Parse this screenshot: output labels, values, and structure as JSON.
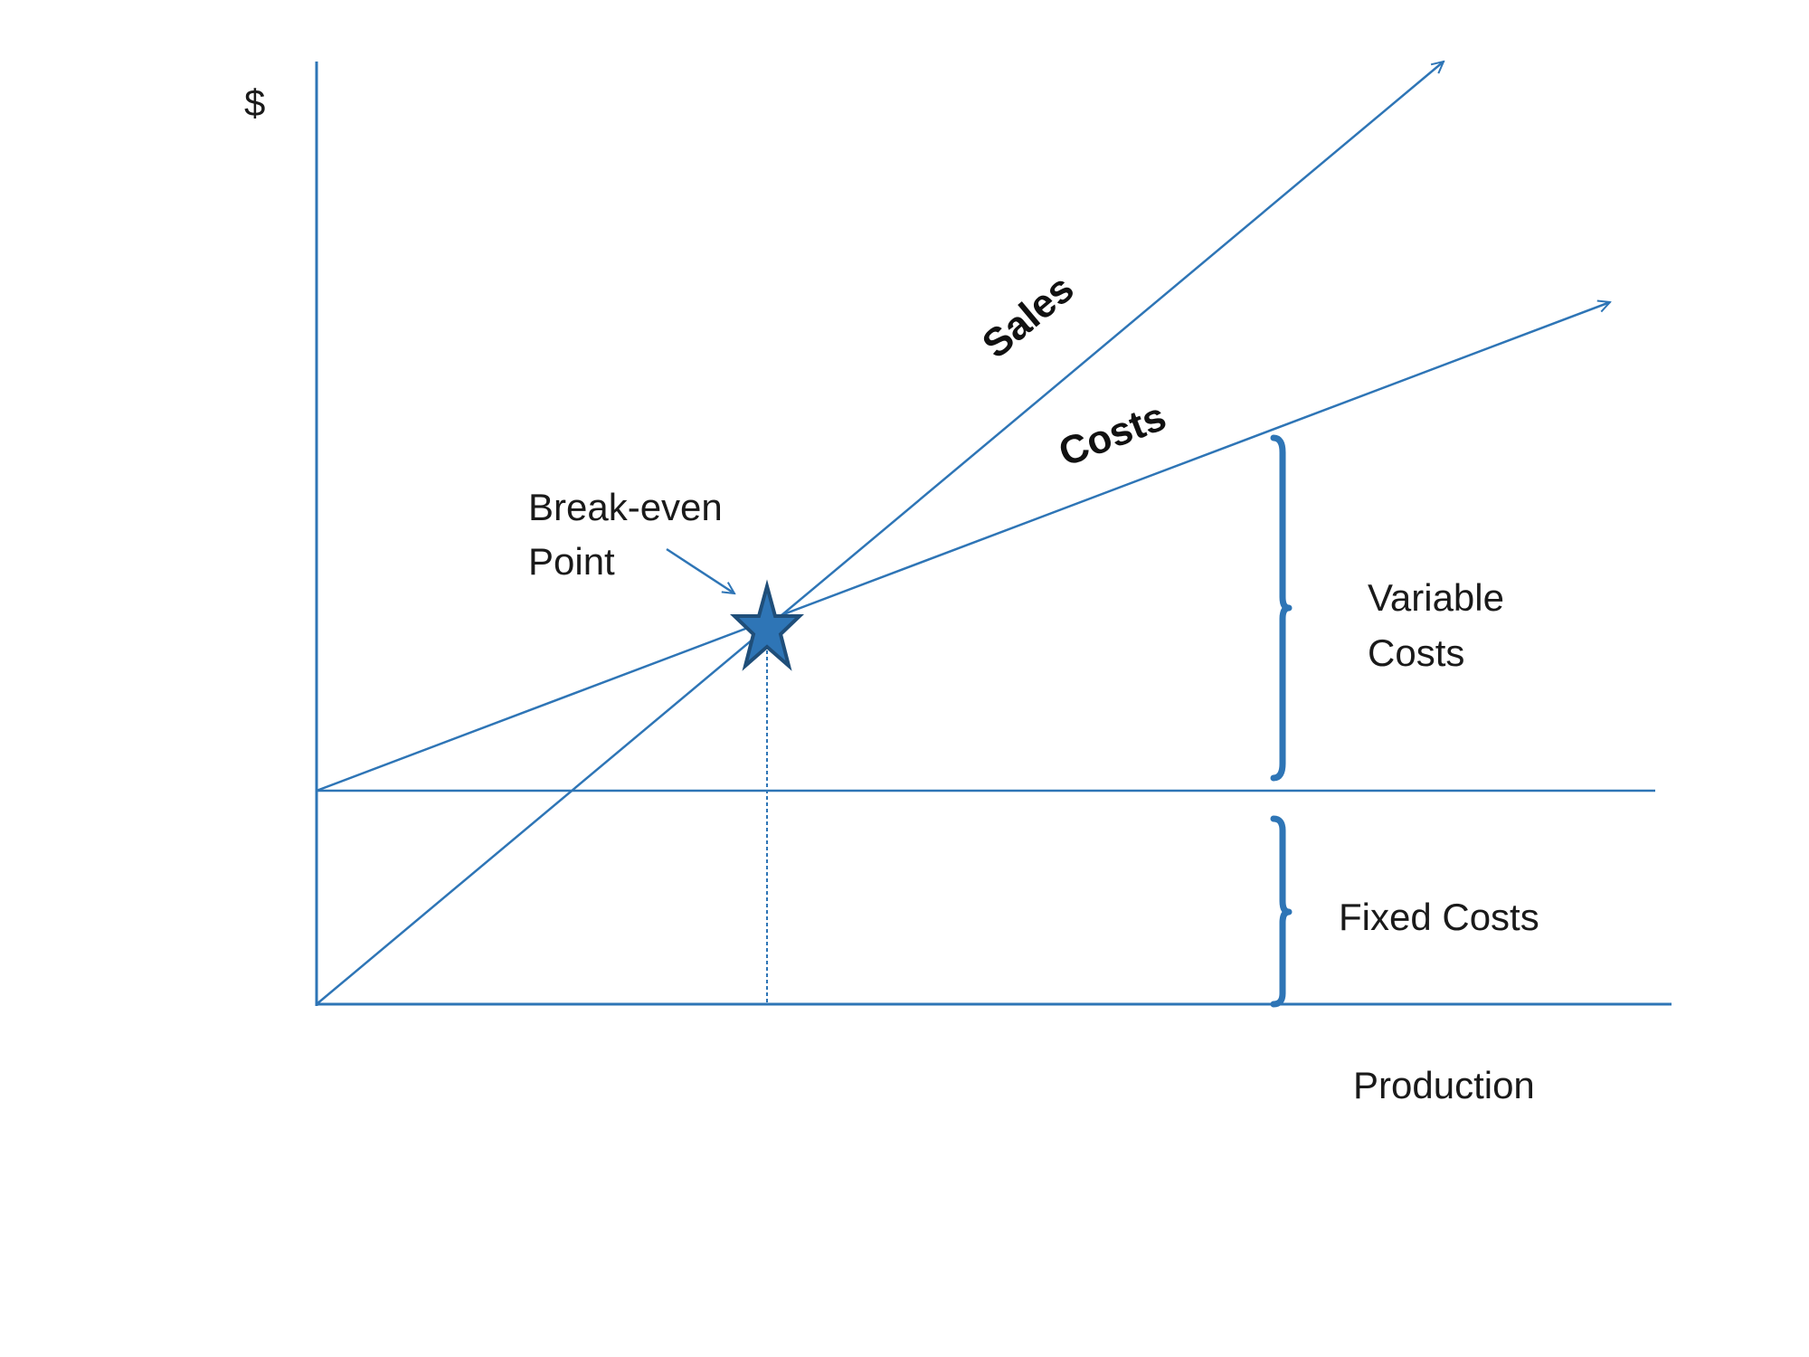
{
  "colors": {
    "line": "#2e75b6",
    "star_fill": "#2e75b6",
    "star_stroke": "#1f4e79",
    "text": "#1a1a1a"
  },
  "labels": {
    "y_axis": "$",
    "x_axis": "Production",
    "sales": "Sales",
    "costs": "Costs",
    "break_even_line1": "Break-even",
    "break_even_line2": "Point",
    "variable_line1": "Variable",
    "variable_line2": "Costs",
    "fixed_costs": "Fixed Costs"
  },
  "icons": {
    "break_even_marker": "star-icon"
  }
}
